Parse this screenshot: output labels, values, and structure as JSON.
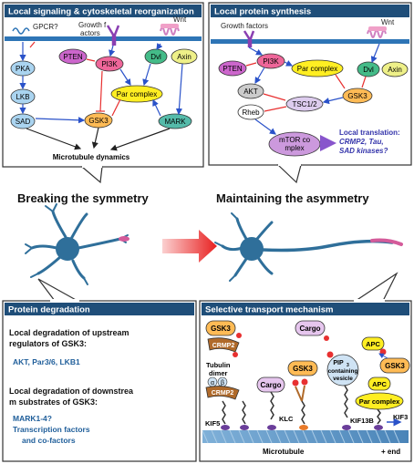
{
  "panels": {
    "local_signaling": {
      "title": "Local signaling & cytoskeletal  reorganization",
      "nodes": {
        "gpcr": "GPCR?",
        "growth_f_line1": "Growth f",
        "growth_f_line2": "actors",
        "wnt": "Wnt",
        "pten": "PTEN",
        "pi3k": "PI3K",
        "dvl": "Dvl",
        "axin": "Axin",
        "pka": "PKA",
        "lkb": "LKB",
        "sad": "SAD",
        "par_complex": "Par complex",
        "gsk3": "GSK3",
        "mark": "MARK",
        "microtubule_dynamics": "Microtubule dynamics"
      }
    },
    "local_protein_synthesis": {
      "title": "Local protein synthesis",
      "nodes": {
        "growth_factors": "Growth factors",
        "wnt": "Wnt",
        "pten": "PTEN",
        "pi3k": "PI3K",
        "par_complex": "Par complex",
        "dvl": "Dvl",
        "axin": "Axin",
        "akt": "AKT",
        "gsk3": "GSK3",
        "tsc": "TSC1/2",
        "rheb": "Rheb",
        "mtor_line1": "mTOR co",
        "mtor_line2": "mplex",
        "local_translation_line1": "Local translation:",
        "local_translation_line2": "CRMP2, Tau,",
        "local_translation_line3": "SAD kinases?"
      }
    },
    "middle": {
      "breaking": "Breaking the symmetry",
      "maintaining": "Maintaining the asymmetry"
    },
    "protein_degradation": {
      "title": "Protein degradation",
      "upstream_line1": "Local degradation of upstream",
      "upstream_line2": "regulators of GSK3:",
      "upstream_items": "AKT, Par3/6, LKB1",
      "downstream_line1": "Local degradation of downstrea",
      "downstream_line2": "m substrates of GSK3:",
      "downstream_item1": "MARK1-4?",
      "downstream_item2": "Transcription factors",
      "downstream_item3": "and co-factors"
    },
    "selective_transport": {
      "title": "Selective transport mechanism",
      "gsk3_a": "GSK3",
      "crmp2_a": "CRMP2",
      "tubulin_line1": "Tubulin",
      "tubulin_line2": "dimer",
      "alpha": "α",
      "beta": "β",
      "crmp2_b": "CRMP2",
      "kif5": "KIF5",
      "cargo_top": "Cargo",
      "cargo_mid": "Cargo",
      "gsk3_b": "GSK3",
      "klc": "KLC",
      "pip3_line1": "PIP",
      "pip3_sub": "3",
      "pip3_line2": "containing",
      "pip3_line3": "vesicle",
      "kif13b": "KIF13B",
      "apc_top": "APC",
      "gsk3_c": "GSK3",
      "apc_mid": "APC",
      "par_complex": "Par complex",
      "kif3": "KIF3",
      "microtubule": "Microtubule",
      "plus_end": "+ end"
    }
  },
  "colors": {
    "panel_title_bg": "#1f4e79",
    "membrane": "#2e75b6",
    "pten": "#cc66cc",
    "pi3k": "#ee6699",
    "par_complex": "#ffee22",
    "dvl": "#44bb88",
    "axin": "#eef088",
    "pka": "#aad4f0",
    "gsk3": "#ffbb55",
    "mark": "#55bbaa",
    "akt": "#cccccc",
    "tsc": "#ddccee",
    "mtor": "#cc99dd",
    "neuron": "#2f6f9a",
    "axon_tip": "#d45b9a",
    "arrow_red": "#e83030",
    "translation_text": "#3333aa",
    "degradation_text": "#1f5e9a"
  }
}
